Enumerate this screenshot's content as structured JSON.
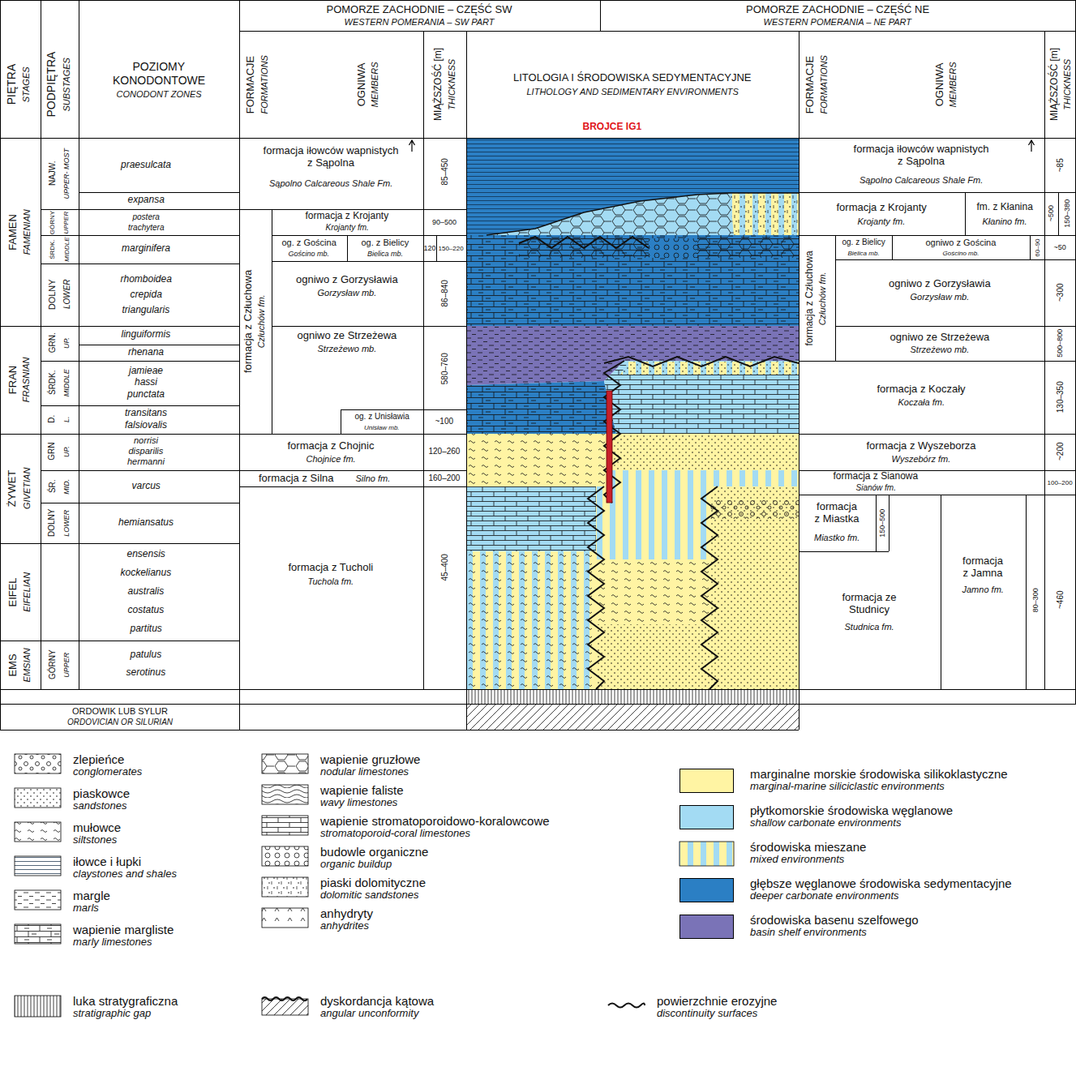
{
  "diagram": {
    "labels": [
      "PIĘTRA",
      "STAGES",
      "PODPIĘTRA",
      "SUBSTAGES",
      "POZIOMY",
      "KONODONTOWE",
      "CONODONT ZONES",
      "POMORZE ZACHODNIE – CZĘŚĆ SW",
      "WESTERN POMERANIA – SW PART",
      "POMORZE ZACHODNIE – CZĘŚĆ NE",
      "WESTERN POMERANIA – NE PART",
      "FORMACJE",
      "FORMATIONS",
      "OGNIWA",
      "MEMBERS",
      "MIĄŻSZOŚĆ [m]",
      "THICKNESS",
      "LITOLOGIA I ŚRODOWISKA SEDYMENTACYJNE",
      "LITHOLOGY AND SEDIMENTARY ENVIRONMENTS",
      "BROJCE IG1",
      "FORMACJE",
      "FORMATIONS",
      "OGNIWA",
      "MEMBERS",
      "MIĄŻSZOŚĆ [m]",
      "THICKNESS",
      "FAMEN",
      "FAMENIAN",
      "FRAN",
      "FRASNIAN",
      "ŻYWET",
      "GIVETIAN",
      "EIFEL",
      "EIFELIAN",
      "EMS",
      "EMSIAN",
      "NAJW.",
      "UPPER- MOST",
      "GÓRNY",
      "UPPER",
      "ŚRDK.",
      "MIDDLE",
      "DOLNY",
      "LOWER",
      "GRN.",
      "UP.",
      "ŚRDK.",
      "MIDDLE",
      "D.",
      "L.",
      "GRN",
      "UP.",
      "ŚR.",
      "MID.",
      "DOLNY",
      "LOWER",
      "GÓRNY",
      "UPPER",
      "praesulcata",
      "expansa",
      "postera",
      "trachytera",
      "marginifera",
      "rhomboidea",
      "crepida",
      "triangularis",
      "linguiformis",
      "rhenana",
      "jamieae",
      "hassi",
      "punctata",
      "transitans",
      "falsiovalis",
      "norrisi",
      "disparilis",
      "hermanni",
      "varcus",
      "hemiansatus",
      "ensensis",
      "kockelianus",
      "australis",
      "costatus",
      "partitus",
      "patulus",
      "serotinus",
      "formacja iłowców wapnistych z Sąpolna",
      "Sąpolno Calcareous Shale Fm.",
      "85–450",
      "formacja z Krojanty",
      "Krojanty fm.",
      "90–500",
      "formacja z Człuchowa",
      "Człuchów fm.",
      "og. z Gościna",
      "Gościno mb.",
      "og. z Bielicy",
      "Bielica mb.",
      "120",
      "150–220",
      "ogniwo z Gorzysławia",
      "Gorzysław mb.",
      "86–840",
      "ogniwo ze Strzeżewa",
      "Strzeżewo mb.",
      "580–760",
      "og. z Unisławia",
      "Unisław mb.",
      "~100",
      "formacja z Chojnic",
      "Chojnice fm.",
      "120–260",
      "formacja z Silna",
      "Silno fm.",
      "160–200",
      "formacja z Tucholi",
      "Tuchola fm.",
      "45–400",
      "formacja iłowców wapnistych z Sąpolna",
      "Sąpolno Calcareous Shale Fm.",
      "~85",
      "formacja z Krojanty",
      "Krojanty fm.",
      "fm. z Kłanina",
      "Kłanino fm.",
      "~500",
      "150–380",
      "formacja z Człuchowa",
      "Człuchów fm.",
      "og. z Bielicy",
      "Bielica mb.",
      "ogniwo z Gościna",
      "Gościno mb.",
      "60–90",
      "~50",
      "ogniwo z Gorzysławia",
      "Gorzysław mb.",
      "~300",
      "ogniwo ze Strzeżewa",
      "Strzeżewo mb.",
      "500–800",
      "formacja z Koczały",
      "Koczała fm.",
      "130–350",
      "formacja z Wyszeborza",
      "Wyszebórz fm.",
      "~200",
      "formacja z Sianowa",
      "Sianów fm.",
      "100–200",
      "formacja z Miastka",
      "Miastko fm.",
      "150–500",
      "formacja ze Studnicy",
      "Studnica fm.",
      "formacja z Jamna",
      "Jamno fm.",
      "80–300",
      "~460",
      "ORDOWIK LUB SYLUR",
      "ORDOVICIAN OR SILURIAN",
      "conglomerates",
      "sandstones",
      "siltstones",
      "claystones and shales",
      "marls",
      "marly limestones",
      "nodular limestones",
      "wavy limestones",
      "stromatoporoid-coral limestones",
      "organic buildup",
      "dolomitic sandstones",
      "anhydrites",
      "marginal-marine siliciclastic environments",
      "shallow carbonate environments",
      "mixed environments",
      "deeper carbonate environments",
      "basin shelf environments",
      "stratigraphic gap",
      "angular unconformity",
      "discontinuity surfaces"
    ],
    "legend": [
      {
        "text": "zlepieńce"
      },
      {
        "text": "piaskowce"
      },
      {
        "text": "mułowce"
      },
      {
        "text": "iłowce i łupki"
      },
      {
        "text": "margle"
      },
      {
        "text": "wapienie margliste"
      },
      {
        "text": "wapienie gruzłowe"
      },
      {
        "text": "wapienie faliste"
      },
      {
        "text": "wapienie stromatoporoidowo-koralowcowe"
      },
      {
        "text": "budowle organiczne"
      },
      {
        "text": "piaski dolomityczne"
      },
      {
        "text": "anhydryty"
      },
      {
        "text": "marginalne morskie środowiska silikoklastyczne",
        "color": "#fff4a3"
      },
      {
        "text": "płytkomorskie środowiska węglanowe",
        "color": "#a3dbf3"
      },
      {
        "text": "środowiska mieszane"
      },
      {
        "text": "głębsze węglanowe środowiska sedymentacyjne",
        "color": "#2b7fc4"
      },
      {
        "text": "środowiska basenu szelfowego",
        "color": "#7a73b7"
      },
      {
        "text": "luka stratygraficzna"
      },
      {
        "text": "dyskordancja kątowa"
      },
      {
        "text": "powierzchnie erozyjne"
      }
    ]
  }
}
